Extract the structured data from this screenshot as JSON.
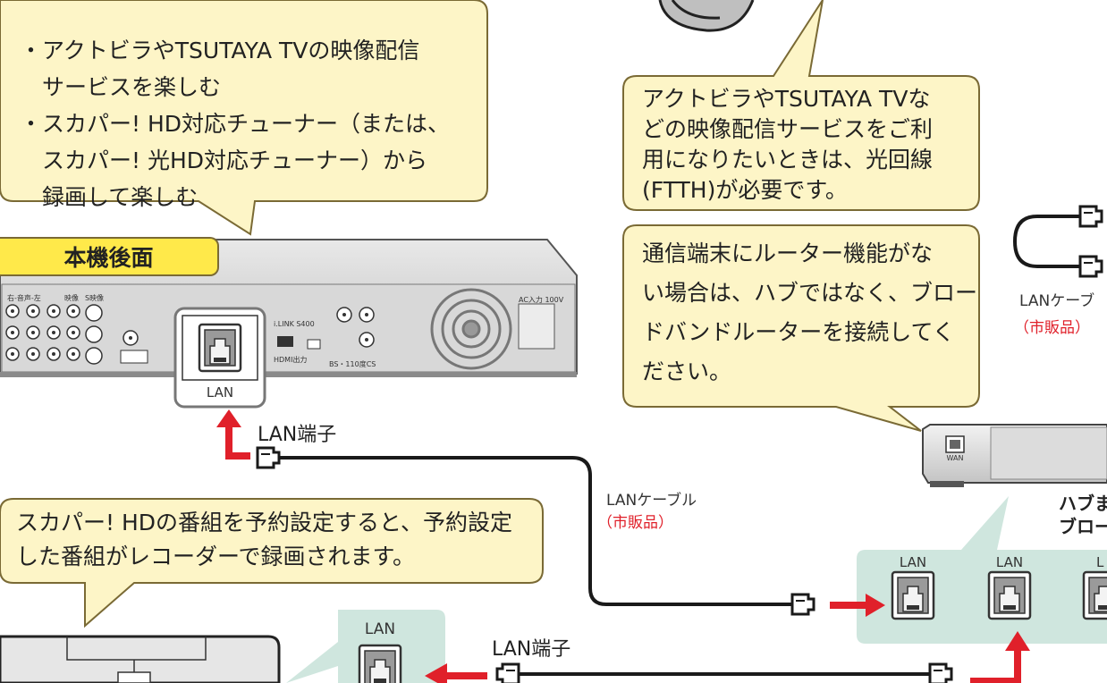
{
  "bubbles": {
    "top_left": {
      "lines": [
        "・アクトビラやTSUTAYA TVの映像配信",
        "　サービスを楽しむ",
        "・スカパー! HD対応チューナー（または、",
        "　スカパー! 光HD対応チューナー）から",
        "　録画して楽しむ"
      ]
    },
    "top_right": {
      "lines": [
        "アクトビラやTSUTAYA TVな",
        "どの映像配信サービスをご利",
        "用になりたいときは、光回線",
        "(FTTH)が必要です。"
      ]
    },
    "mid_right": {
      "lines": [
        "通信端末にルーター機能がな",
        "い場合は、ハブではなく、ブロー",
        "ドバンドルーターを接続してく",
        "ださい。"
      ]
    },
    "bottom_left": {
      "lines": [
        "スカパー! HDの番組を予約設定すると、予約設定",
        "した番組がレコーダーで録画されます。"
      ]
    }
  },
  "labels": {
    "rear_panel": "本機後面",
    "lan_port_recorder": "LAN",
    "lan_terminal_top": "LAN端子",
    "lan_terminal_bottom": "LAN端子",
    "cable_mid": "LANケーブル",
    "cable_mid_note": "（市販品）",
    "cable_right": "LANケーブ",
    "cable_right_note": "（市販品）",
    "hub_title_1": "ハブま",
    "hub_title_2": "ブロー",
    "hub_port_1": "LAN",
    "hub_port_2": "LAN",
    "hub_port_3": "L",
    "tuner_port": "LAN",
    "router_wan": "WAN"
  },
  "recorder_panel_text": {
    "audio_out": "右-音声-左",
    "video": "映像",
    "s_video": "S映像",
    "ac_in": "AC入力 100V",
    "hdmi_out": "HDMI出力",
    "bs_cs": "BS・110度CS",
    "ilink": "i.LINK S400"
  },
  "colors": {
    "bubble_fill": "#fdf5c7",
    "bubble_stroke": "#7a6a35",
    "label_tag": "#ffe94a",
    "hub_panel": "#cfe6de",
    "arrow": "#e0202a",
    "cable": "#1a1a1a"
  },
  "icons": [
    "lan-plug-icon",
    "rj45-port-icon",
    "red-arrow-icon",
    "cooling-fan-icon",
    "globe-icon"
  ]
}
